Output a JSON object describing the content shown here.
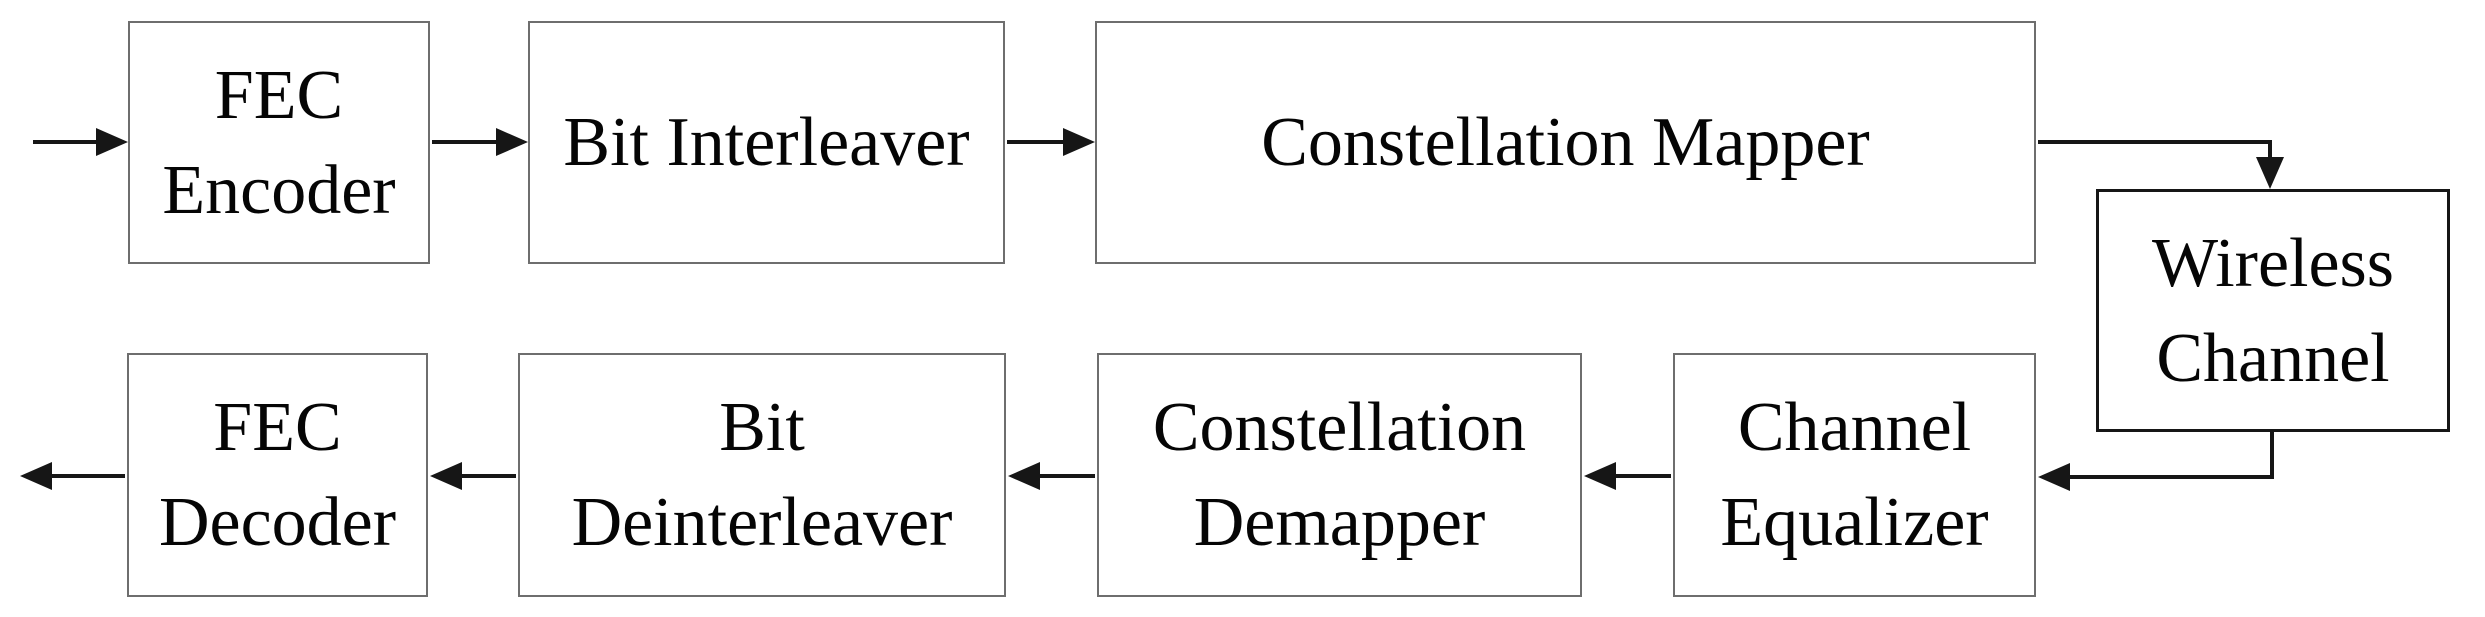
{
  "diagram": {
    "type": "block-diagram",
    "subject": "wireless communication transmit/receive chain",
    "palette": {
      "background": "#ffffff",
      "ink": "#161616",
      "box_border": "#6e6e6e",
      "text": "#050505"
    }
  },
  "nodes": {
    "fec_encoder": {
      "label": "FEC Encoder",
      "lines": [
        "FEC",
        "Encoder"
      ]
    },
    "bit_interleaver": {
      "label": "Bit Interleaver",
      "lines": [
        "Bit Interleaver"
      ]
    },
    "constellation_mapper": {
      "label": "Constellation Mapper",
      "lines": [
        "Constellation Mapper"
      ]
    },
    "wireless_channel": {
      "label": "Wireless Channel",
      "lines": [
        "Wireless",
        "Channel"
      ]
    },
    "channel_equalizer": {
      "label": "Channel Equalizer",
      "lines": [
        "Channel",
        "Equalizer"
      ]
    },
    "constellation_demapper": {
      "label": "Constellation Demapper",
      "lines": [
        "Constellation",
        "Demapper"
      ]
    },
    "bit_deinterleaver": {
      "label": "Bit Deinterleaver",
      "lines": [
        "Bit",
        "Deinterleaver"
      ]
    },
    "fec_decoder": {
      "label": "FEC Decoder",
      "lines": [
        "FEC",
        "Decoder"
      ]
    }
  },
  "edges": [
    {
      "from": "input",
      "to": "fec_encoder"
    },
    {
      "from": "fec_encoder",
      "to": "bit_interleaver"
    },
    {
      "from": "bit_interleaver",
      "to": "constellation_mapper"
    },
    {
      "from": "constellation_mapper",
      "to": "wireless_channel"
    },
    {
      "from": "wireless_channel",
      "to": "channel_equalizer"
    },
    {
      "from": "channel_equalizer",
      "to": "constellation_demapper"
    },
    {
      "from": "constellation_demapper",
      "to": "bit_deinterleaver"
    },
    {
      "from": "bit_deinterleaver",
      "to": "fec_decoder"
    },
    {
      "from": "fec_decoder",
      "to": "output"
    }
  ]
}
